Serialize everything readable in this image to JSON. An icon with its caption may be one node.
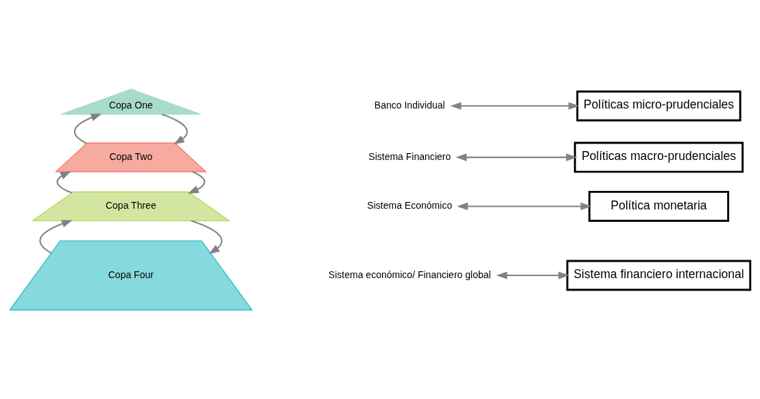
{
  "diagram": {
    "nodes": [
      {
        "text": [
          "Copa One"
        ]
      },
      {
        "text": [
          "Copa Two"
        ]
      },
      {
        "text": [
          "Copa Three"
        ]
      },
      {
        "text": [
          "Copa Four"
        ]
      },
      {
        "text": [
          "Banco Individual"
        ]
      },
      {
        "text": [
          "Sistema Financiero"
        ]
      },
      {
        "text": [
          "Sistema Económico"
        ]
      },
      {
        "text": [
          "Sistema económico/ Financiero global"
        ]
      },
      {
        "text": [
          "Políticas micro-prudenciales"
        ]
      },
      {
        "text": [
          "Políticas macro-prudenciales"
        ]
      },
      {
        "text": [
          "Política monetaria"
        ]
      },
      {
        "text": [
          "Sistema financiero internacional"
        ]
      }
    ],
    "edges": [
      {
        "from": 4,
        "to": 8,
        "arrow": "both"
      },
      {
        "from": 5,
        "to": 9,
        "arrow": "both"
      },
      {
        "from": 6,
        "to": 10,
        "arrow": "both"
      },
      {
        "from": 7,
        "to": 11,
        "arrow": "both"
      },
      {
        "from": 0,
        "to": 1,
        "arrow": "to"
      },
      {
        "from": 1,
        "to": 0,
        "arrow": "to"
      },
      {
        "from": 1,
        "to": 2,
        "arrow": "to"
      },
      {
        "from": 2,
        "to": 1,
        "arrow": "to"
      },
      {
        "from": 2,
        "to": 3,
        "arrow": "to"
      },
      {
        "from": 3,
        "to": 2,
        "arrow": "to"
      }
    ]
  }
}
